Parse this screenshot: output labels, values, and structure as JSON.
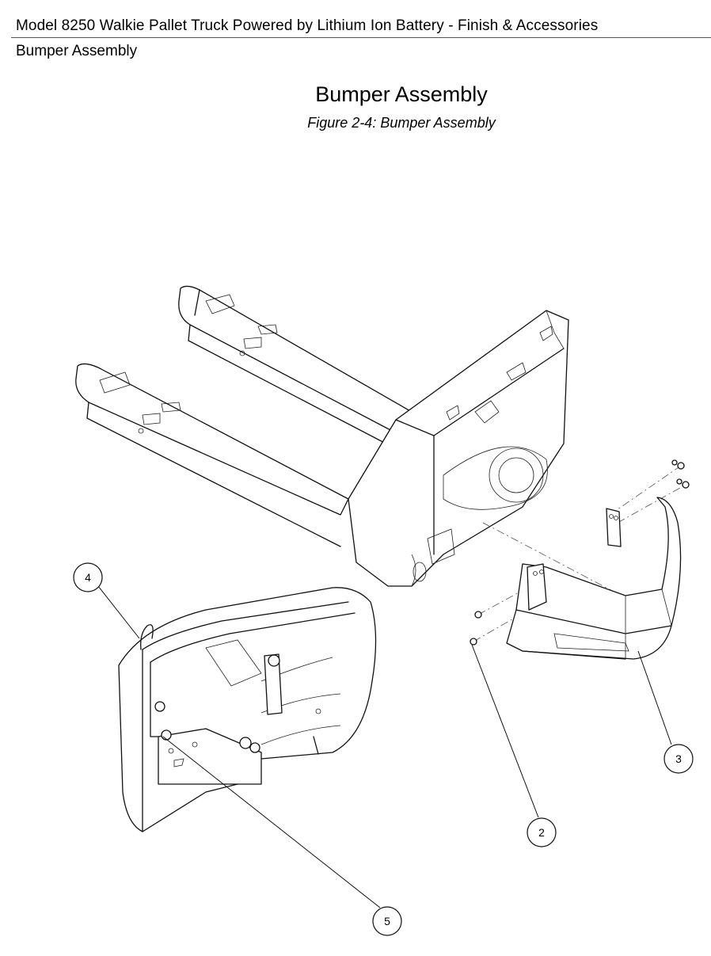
{
  "header": {
    "title": "Model 8250 Walkie Pallet Truck Powered  by Lithium Ion Battery - Finish & Accessories",
    "section": "Bumper Assembly"
  },
  "page": {
    "heading": "Bumper Assembly",
    "caption": "Figure 2-4: Bumper Assembly"
  },
  "callouts": {
    "c2": "2",
    "c3": "3",
    "c4": "4",
    "c5": "5"
  }
}
